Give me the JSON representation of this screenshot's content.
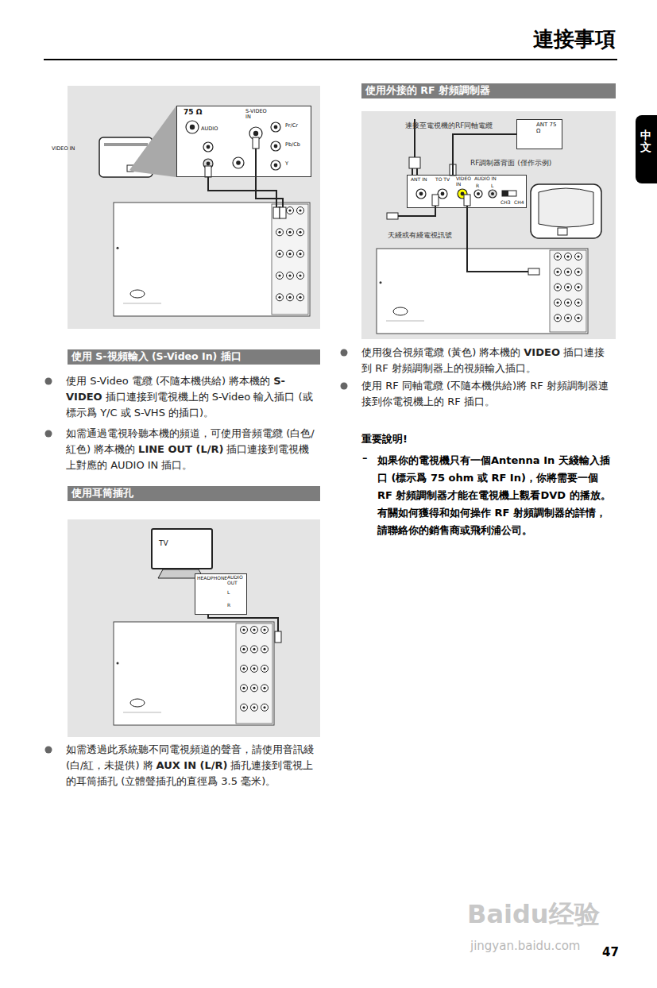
{
  "diagram": {
    "title": "連接事項",
    "nodes": [
      {
        "text": [
          "75 Ω",
          "AUDIO",
          "S-VIDEO IN",
          "VIDEO IN",
          "Pr/Cr",
          "Pb/Cb",
          "Y"
        ]
      },
      {
        "text": [
          "使用 S-視頻輸入 (S-Video In) 插口"
        ]
      },
      {
        "text": [
          "使用耳筒插孔"
        ]
      },
      {
        "text": [
          "TV"
        ]
      },
      {
        "text": [
          "HEADPHONE",
          "AUDIO OUT",
          "L",
          "R"
        ]
      },
      {
        "text": [
          "使用外接的 RF 射頻調制器"
        ]
      },
      {
        "text": [
          "ANT 75 Ω"
        ]
      },
      {
        "text": [
          "ANT IN",
          "TO TV",
          "VIDEO IN",
          "AUDIO IN",
          "R",
          "L",
          "CH3",
          "CH4"
        ]
      },
      {
        "text": [
          "中文"
        ]
      }
    ],
    "edges": [
      {
        "from": 7,
        "to": 6,
        "arrow": "none"
      }
    ],
    "labels": [
      "使用 S-Video 電纜 (不隨本機供給) 將本機的",
      "S-VIDEO",
      "插口連接到電視機上的 S-Video 輸入插口 (或標示爲 Y/C 或 S-VHS 的插口)。",
      "如需通過電視聆聽本機的頻道，可使用音頻電纜 (白色/紅色) 將本機的",
      "LINE OUT (L/R)",
      "插口連接到電視機上對應的 AUDIO IN 插口。",
      "如需透過此系統聽不同電視頻道的聲音，請使用音訊綫 (白/紅，未提供) 將",
      "AUX IN (L/R)",
      "插孔連接到電視上的耳筒插孔 (立體聲插孔的直徑爲 3.5 毫米)。",
      "連接至電視機的RF同軸電纜",
      "RF調制器背面 (僅作示例)",
      "天綫或有綫電視訊號",
      "使用復合視頻電纜 (黃色) 將本機的",
      "VIDEO",
      "插口連接到 RF 射頻調制器上的視頻輸入插口。",
      "使用 RF 同軸電纜 (不隨本機供給)將 RF 射頻調制器連接到你電視機上的 RF 插口。",
      "重要說明!",
      "–",
      "如果你的電視機只有一個Antenna In 天綫輸入插口 (標示爲 75 ohm 或 RF In)，你將需要一個 RF 射頻調制器才能在電視機上觀看DVD 的播放。有關如何獲得和如何操作 RF 射頻調制器的詳情，請聯絡你的銷售商或飛利浦公司。",
      "47",
      "Baidu经验",
      "jingyan.baidu.com"
    ]
  }
}
